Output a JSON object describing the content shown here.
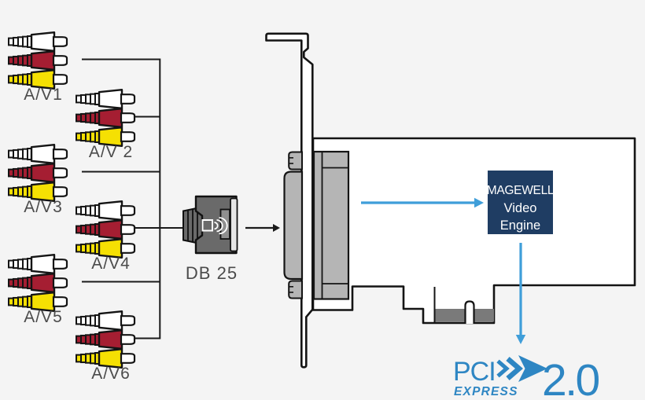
{
  "background_color": "#f4f4f4",
  "inputs": {
    "groups": [
      {
        "label": "A/V1"
      },
      {
        "label": "A/V 2"
      },
      {
        "label": "A/V3"
      },
      {
        "label": "A/V4"
      },
      {
        "label": "A/V5"
      },
      {
        "label": "A/V6"
      }
    ],
    "rca_plug_colors": {
      "white": "#ffffff",
      "red": "#a51e32",
      "yellow": "#f5e003"
    }
  },
  "db25": {
    "label": "DB 25",
    "body_color": "#6a6a6a"
  },
  "card": {
    "outline_color": "#141414",
    "fill_color": "#ffffff",
    "port_color": "#b5b5b5",
    "gold_fingers_color": "#7a7a7a",
    "engine_box": {
      "lines": [
        "MAGEWELL",
        "Video",
        "Engine"
      ],
      "bg_color": "#1f3d63",
      "text_color": "#ffffff"
    }
  },
  "pcie_logo": {
    "pci": "PCI",
    "express": "EXPRESS",
    "version": "2.0",
    "color": "#2e86c3"
  },
  "arrows": {
    "blue_color": "#3f9ed9",
    "black_color": "#1a1a1a"
  }
}
